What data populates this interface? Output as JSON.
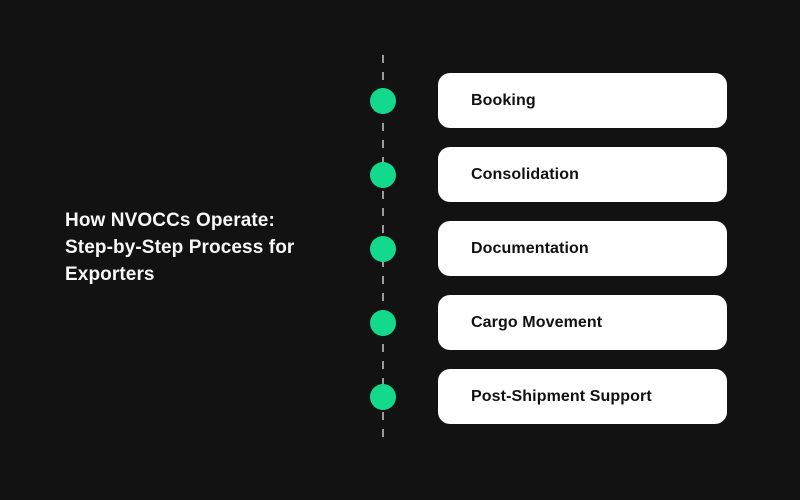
{
  "colors": {
    "background": "#121212",
    "accent_green": "#12d98c",
    "dashed_line": "#9a9a9a",
    "card_background": "#ffffff",
    "card_text": "#111111",
    "title_text": "#f7f7f7"
  },
  "title": {
    "full_text": "How NVOCCs Operate: Step-by-Step Process for Exporters",
    "lines": [
      "How NVOCCs Operate:",
      "Step-by-Step Process for",
      "Exporters"
    ]
  },
  "timeline": {
    "steps": [
      {
        "label": "Booking"
      },
      {
        "label": "Consolidation"
      },
      {
        "label": "Documentation"
      },
      {
        "label": "Cargo Movement"
      },
      {
        "label": "Post-Shipment Support"
      }
    ]
  }
}
